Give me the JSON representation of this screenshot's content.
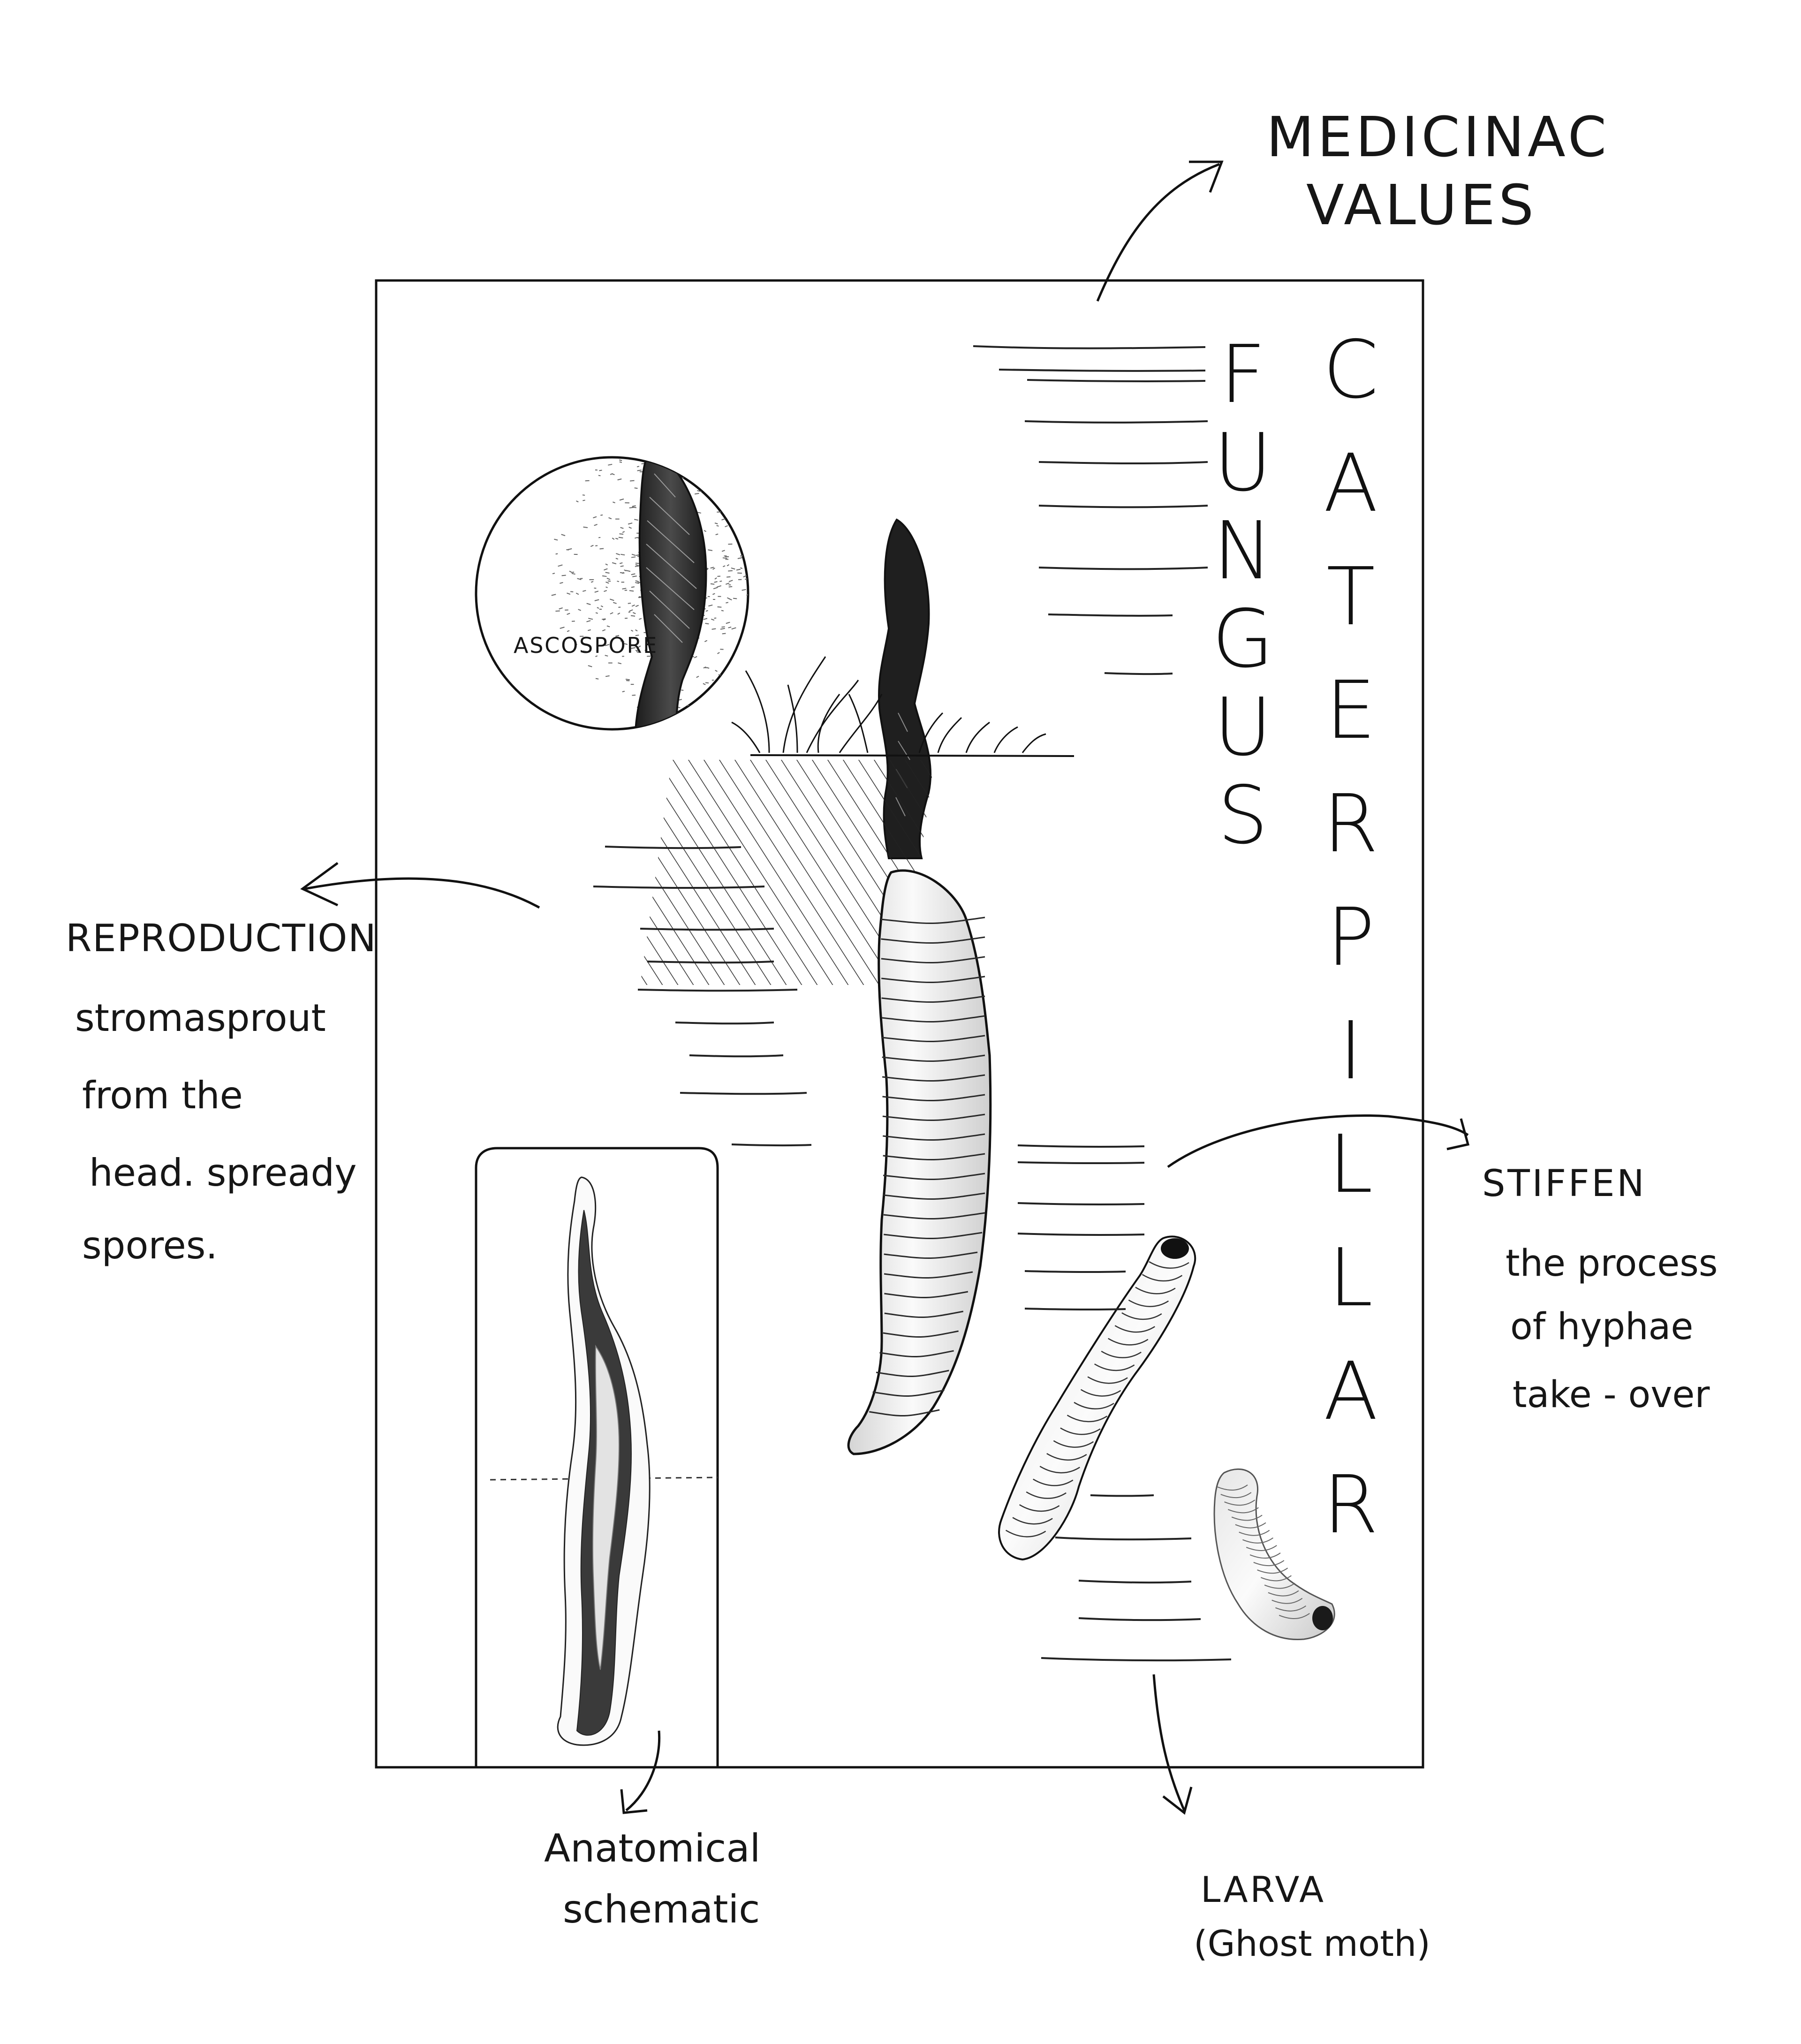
{
  "title_columns": {
    "fungus": [
      "F",
      "U",
      "N",
      "G",
      "U",
      "S"
    ],
    "caterpillar": [
      "C",
      "A",
      "T",
      "E",
      "R",
      "P",
      "I",
      "L",
      "L",
      "A",
      "R"
    ]
  },
  "annotations": {
    "medicinal": {
      "line1": "MEDICINAC",
      "line2": "VALUES"
    },
    "reproduction": {
      "heading": "REPRODUCTION",
      "line1": "stromasprout",
      "line2": "from the",
      "line3": "head. spready",
      "line4": "spores."
    },
    "stiffen": {
      "heading": "STIFFEN",
      "line1": "the process",
      "line2": "of hyphae",
      "line3": "take - over"
    },
    "ascospore": "ASCOSPORE",
    "anatomical": {
      "line1": "Anatomical",
      "line2": "schematic"
    },
    "larva": {
      "line1": "LARVA",
      "line2": "(Ghost moth)"
    }
  },
  "colors": {
    "ink": "#161616",
    "dark_fungus": "#2b2b2b",
    "body_fill": "#f2f2f2"
  }
}
